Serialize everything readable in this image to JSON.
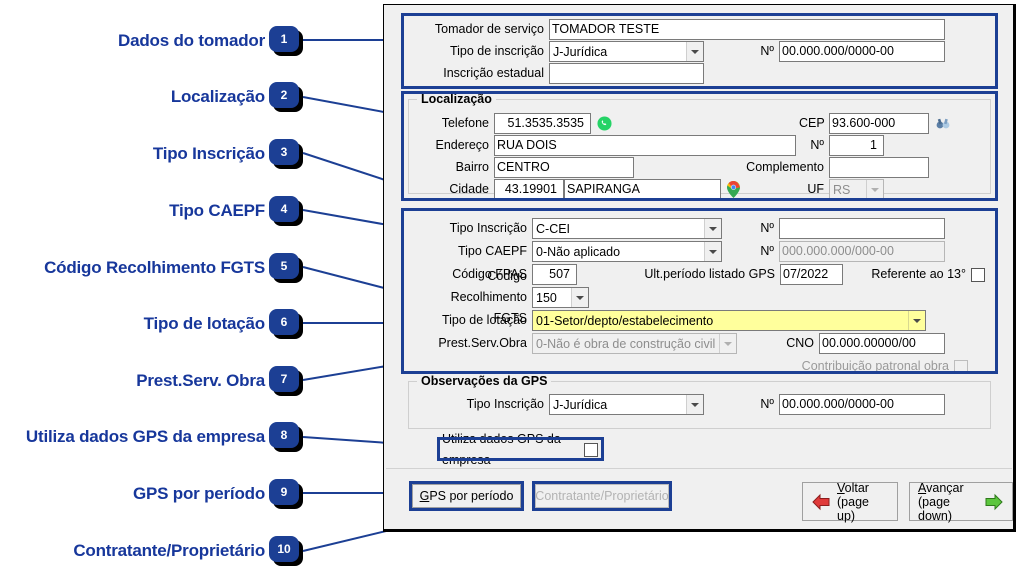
{
  "annotations": [
    {
      "n": "1",
      "label": "Dados do tomador"
    },
    {
      "n": "2",
      "label": "Localização"
    },
    {
      "n": "3",
      "label": "Tipo Inscrição"
    },
    {
      "n": "4",
      "label": "Tipo CAEPF"
    },
    {
      "n": "5",
      "label": "Código Recolhimento FGTS"
    },
    {
      "n": "6",
      "label": "Tipo de lotação"
    },
    {
      "n": "7",
      "label": "Prest.Serv. Obra"
    },
    {
      "n": "8",
      "label": "Utiliza dados GPS da empresa"
    },
    {
      "n": "9",
      "label": "GPS por período"
    },
    {
      "n": "10",
      "label": "Contratante/Proprietário"
    }
  ],
  "colors": {
    "accent": "#1c3f94",
    "highlight_field": "#ffff9c",
    "window_bg": "#f0f0f0"
  },
  "form": {
    "tomador": {
      "nome_label": "Tomador de serviço",
      "nome_value": "TOMADOR TESTE",
      "tipo_inscricao_label": "Tipo de inscrição",
      "tipo_inscricao_value": "J-Jurídica",
      "numero_label": "Nº",
      "numero_value": "00.000.000/0000-00",
      "inscricao_estadual_label": "Inscrição estadual",
      "inscricao_estadual_value": ""
    },
    "localizacao": {
      "title": "Localização",
      "telefone_label": "Telefone",
      "telefone_value": "51.3535.3535",
      "whatsapp_icon": "whatsapp-icon",
      "cep_label": "CEP",
      "cep_value": "93.600-000",
      "cep_icon": "search-binoculars-icon",
      "endereco_label": "Endereço",
      "endereco_value": "RUA DOIS",
      "numero_label": "Nº",
      "numero_value": "1",
      "bairro_label": "Bairro",
      "bairro_value": "CENTRO",
      "complemento_label": "Complemento",
      "complemento_value": "",
      "cidade_label": "Cidade",
      "cidade_codigo": "43.19901",
      "cidade_nome": "SAPIRANGA",
      "map_icon": "map-pin-icon",
      "uf_label": "UF",
      "uf_value": "RS"
    },
    "inscricao": {
      "tipo_inscricao_label": "Tipo Inscrição",
      "tipo_inscricao_value": "C-CEI",
      "tipo_inscricao_num_label": "Nº",
      "tipo_inscricao_num_value": "",
      "tipo_caepf_label": "Tipo CAEPF",
      "tipo_caepf_value": "0-Não aplicado",
      "tipo_caepf_num_label": "Nº",
      "tipo_caepf_num_value": "000.000.000/000-00",
      "codigo_fpas_label": "Código FPAS",
      "codigo_fpas_value": "507",
      "ult_periodo_label": "Ult.período listado GPS",
      "ult_periodo_value": "07/2022",
      "referente_13_label": "Referente ao 13°",
      "referente_13_checked": false,
      "codigo_fgts_label": "Código Recolhimento FGTS",
      "codigo_fgts_value": "150",
      "tipo_lotacao_label": "Tipo de lotação",
      "tipo_lotacao_value": "01-Setor/depto/estabelecimento",
      "prest_serv_obra_label": "Prest.Serv.Obra",
      "prest_serv_obra_value": "0-Não é obra de construção civil",
      "cno_label": "CNO",
      "cno_value": "00.000.00000/00",
      "contribuicao_label": "Contribuição patronal obra",
      "contribuicao_checked": false
    },
    "observacoes_gps": {
      "title": "Observações da GPS",
      "tipo_inscricao_label": "Tipo Inscrição",
      "tipo_inscricao_value": "J-Jurídica",
      "numero_label": "Nº",
      "numero_value": "00.000.000/0000-00"
    },
    "utiliza_gps": {
      "label": "Utiliza dados GPS da empresa",
      "checked": false
    },
    "footer": {
      "gps_periodo_label": "GPS por período",
      "gps_periodo_accesskey": "G",
      "contratante_label": "Contratante/Proprietário",
      "voltar_label": "Voltar",
      "voltar_accesskey": "V",
      "voltar_sub": "(page up)",
      "avancar_label": "Avançar",
      "avancar_accesskey": "A",
      "avancar_sub": "(page down)"
    }
  }
}
